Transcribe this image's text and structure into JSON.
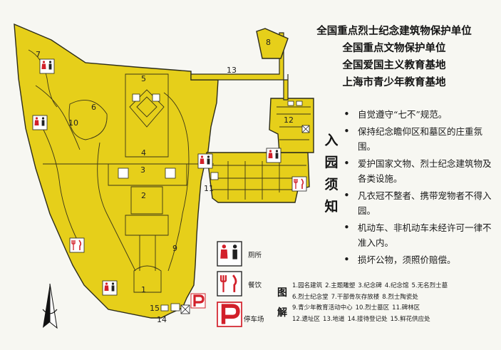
{
  "titles": [
    "全国重点烈士纪念建筑物保护单位",
    "全国重点文物保护单位",
    "全国爱国主义教育基地",
    "上海市青少年教育基地"
  ],
  "notice": {
    "title_chars": [
      "入",
      "园",
      "须",
      "知"
    ],
    "rules": [
      "自觉遵守“七不”规范。",
      "保持纪念瞻仰区和墓区的庄重氛围。",
      "爱护国家文物、烈士纪念建筑物及各类设施。",
      "凡衣冠不整者、携带宠物者不得入园。",
      "机动车、非机动车未经许可一律不准入内。",
      "损坏公物，须照价赔偿。"
    ]
  },
  "legend": {
    "title_chars": [
      "图",
      "解"
    ],
    "rows": [
      [
        "1.园名建筑",
        "2.主题雕塑",
        "3.纪念碑",
        "4.纪念馆",
        "5.无名烈士墓"
      ],
      [
        "6.烈士纪念堂",
        "7.干部骨灰存放楼",
        "8.烈士陶瓷处"
      ],
      [
        "9.青少年教育活动中心",
        "10.烈士墓区",
        "11.碑林区"
      ],
      [
        "12.遗址区",
        "13.地道",
        "14.接待登记处",
        "15.鲜花供应处"
      ]
    ],
    "facilities": {
      "toilet": "厕所",
      "dining": "餐饮",
      "parking": "停车场"
    }
  },
  "map": {
    "numbers": [
      "1",
      "2",
      "3",
      "4",
      "5",
      "6",
      "7",
      "8",
      "9",
      "10",
      "11",
      "12",
      "13",
      "14",
      "15"
    ],
    "icons": {
      "toilet": "toilet-icon",
      "dining": "fork-knife-icon",
      "parking": "P",
      "north": "north-arrow-icon"
    },
    "colors": {
      "park": "#e6cf1a",
      "outline": "#2c2c1a",
      "red": "#d2202a"
    }
  }
}
